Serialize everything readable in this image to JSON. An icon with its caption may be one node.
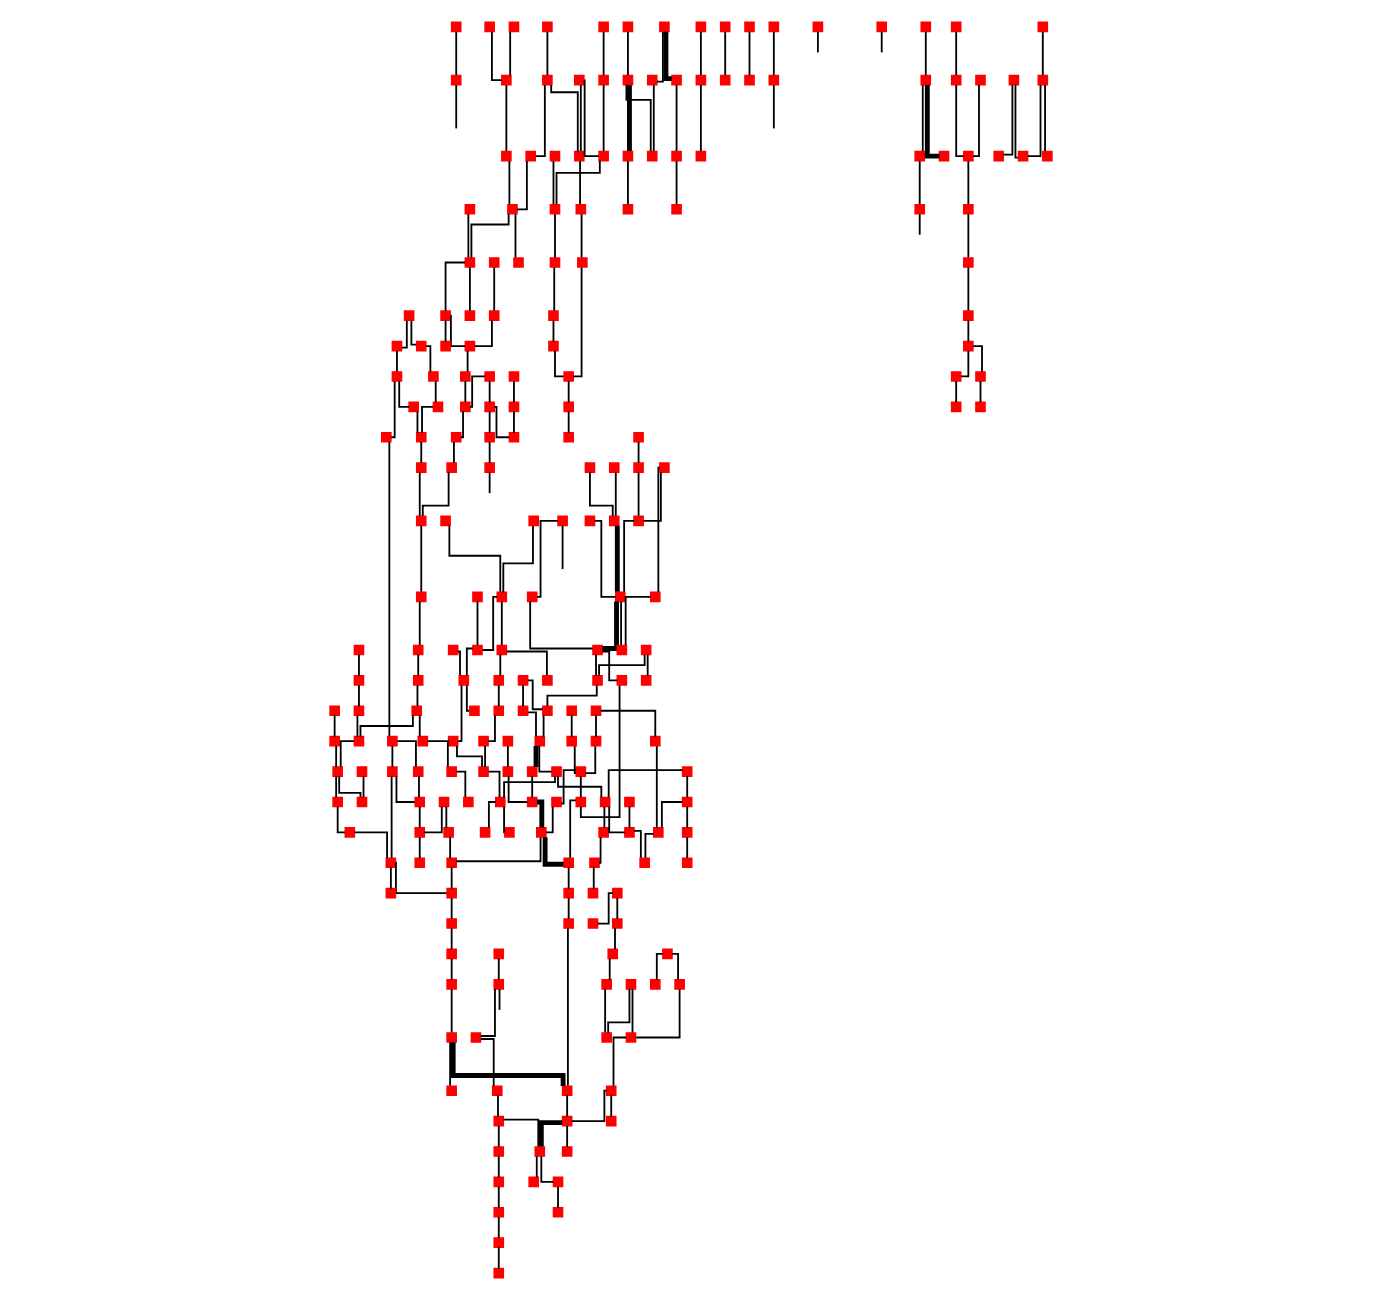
{
  "diagram": {
    "nodes": [
      {
        "text": [],
        "shape": "box"
      },
      {
        "text": [],
        "shape": "box"
      },
      {
        "text": [],
        "shape": "box"
      },
      {
        "text": [],
        "shape": "box"
      },
      {
        "text": [],
        "shape": "box"
      },
      {
        "text": [],
        "shape": "box"
      },
      {
        "text": [],
        "shape": "box"
      },
      {
        "text": [],
        "shape": "box"
      },
      {
        "text": [],
        "shape": "box"
      },
      {
        "text": [],
        "shape": "box"
      },
      {
        "text": [],
        "shape": "box"
      },
      {
        "text": [],
        "shape": "box"
      },
      {
        "text": [],
        "shape": "box"
      },
      {
        "text": [],
        "shape": "box"
      },
      {
        "text": [],
        "shape": "box"
      },
      {
        "text": [],
        "shape": "box"
      },
      {
        "text": [],
        "shape": "box"
      },
      {
        "text": [],
        "shape": "box"
      },
      {
        "text": [],
        "shape": "box"
      },
      {
        "text": [],
        "shape": "box"
      },
      {
        "text": [],
        "shape": "box"
      },
      {
        "text": [],
        "shape": "box"
      },
      {
        "text": [],
        "shape": "box"
      },
      {
        "text": [],
        "shape": "box"
      },
      {
        "text": [],
        "shape": "box"
      },
      {
        "text": [],
        "shape": "box"
      },
      {
        "text": [],
        "shape": "box"
      },
      {
        "text": [],
        "shape": "box"
      },
      {
        "text": [],
        "shape": "box"
      },
      {
        "text": [],
        "shape": "box"
      },
      {
        "text": [],
        "shape": "box"
      },
      {
        "text": [],
        "shape": "box"
      },
      {
        "text": [],
        "shape": "box"
      },
      {
        "text": [],
        "shape": "box"
      },
      {
        "text": [],
        "shape": "box"
      },
      {
        "text": [],
        "shape": "box"
      },
      {
        "text": [],
        "shape": "box"
      },
      {
        "text": [],
        "shape": "box"
      },
      {
        "text": [],
        "shape": "box"
      },
      {
        "text": [],
        "shape": "box"
      },
      {
        "text": [],
        "shape": "box"
      },
      {
        "text": [],
        "shape": "box"
      },
      {
        "text": [],
        "shape": "box"
      },
      {
        "text": [],
        "shape": "box"
      },
      {
        "text": [],
        "shape": "box"
      },
      {
        "text": [],
        "shape": "box"
      },
      {
        "text": [],
        "shape": "box"
      },
      {
        "text": [],
        "shape": "box"
      },
      {
        "text": [],
        "shape": "box"
      },
      {
        "text": [],
        "shape": "box"
      },
      {
        "text": [],
        "shape": "box"
      },
      {
        "text": [],
        "shape": "box"
      },
      {
        "text": [],
        "shape": "box"
      },
      {
        "text": [],
        "shape": "box"
      },
      {
        "text": [],
        "shape": "box"
      },
      {
        "text": [],
        "shape": "box"
      },
      {
        "text": [],
        "shape": "box"
      },
      {
        "text": [],
        "shape": "box"
      },
      {
        "text": [],
        "shape": "box"
      },
      {
        "text": [],
        "shape": "box"
      },
      {
        "text": [],
        "shape": "box"
      },
      {
        "text": [],
        "shape": "box"
      },
      {
        "text": [],
        "shape": "box"
      },
      {
        "text": [],
        "shape": "box"
      },
      {
        "text": [],
        "shape": "box"
      },
      {
        "text": [],
        "shape": "box"
      },
      {
        "text": [],
        "shape": "box"
      },
      {
        "text": [],
        "shape": "box"
      },
      {
        "text": [],
        "shape": "box"
      },
      {
        "text": [],
        "shape": "box"
      },
      {
        "text": [],
        "shape": "box"
      },
      {
        "text": [],
        "shape": "box"
      },
      {
        "text": [],
        "shape": "box"
      },
      {
        "text": [],
        "shape": "box"
      },
      {
        "text": [],
        "shape": "box"
      },
      {
        "text": [],
        "shape": "box"
      },
      {
        "text": [],
        "shape": "box"
      },
      {
        "text": [],
        "shape": "box"
      },
      {
        "text": [],
        "shape": "box"
      },
      {
        "text": [],
        "shape": "box"
      },
      {
        "text": [],
        "shape": "box"
      },
      {
        "text": [],
        "shape": "box"
      },
      {
        "text": [],
        "shape": "box"
      },
      {
        "text": [],
        "shape": "box"
      },
      {
        "text": [],
        "shape": "box"
      },
      {
        "text": [],
        "shape": "box"
      },
      {
        "text": [],
        "shape": "box"
      },
      {
        "text": [],
        "shape": "box"
      },
      {
        "text": [],
        "shape": "box"
      },
      {
        "text": [],
        "shape": "box"
      },
      {
        "text": [],
        "shape": "box"
      },
      {
        "text": [],
        "shape": "box"
      },
      {
        "text": [],
        "shape": "box"
      },
      {
        "text": [],
        "shape": "box"
      },
      {
        "text": [],
        "shape": "box"
      },
      {
        "text": [],
        "shape": "box"
      },
      {
        "text": [],
        "shape": "box"
      },
      {
        "text": [],
        "shape": "box"
      },
      {
        "text": [],
        "shape": "box"
      },
      {
        "text": [],
        "shape": "box"
      },
      {
        "text": [],
        "shape": "box"
      },
      {
        "text": [],
        "shape": "box"
      },
      {
        "text": [],
        "shape": "box"
      },
      {
        "text": [],
        "shape": "box"
      },
      {
        "text": [],
        "shape": "box"
      },
      {
        "text": [],
        "shape": "box"
      },
      {
        "text": [],
        "shape": "box"
      },
      {
        "text": [],
        "shape": "box"
      },
      {
        "text": [],
        "shape": "box"
      },
      {
        "text": [],
        "shape": "box"
      },
      {
        "text": [],
        "shape": "box"
      },
      {
        "text": [],
        "shape": "box"
      },
      {
        "text": [],
        "shape": "box"
      },
      {
        "text": [],
        "shape": "box"
      },
      {
        "text": [],
        "shape": "box"
      },
      {
        "text": [],
        "shape": "box"
      },
      {
        "text": [],
        "shape": "box"
      },
      {
        "text": [],
        "shape": "box"
      },
      {
        "text": [],
        "shape": "box"
      },
      {
        "text": [],
        "shape": "box"
      },
      {
        "text": [],
        "shape": "box"
      },
      {
        "text": [],
        "shape": "box"
      },
      {
        "text": [],
        "shape": "box"
      },
      {
        "text": [],
        "shape": "box"
      },
      {
        "text": [],
        "shape": "box"
      },
      {
        "text": [],
        "shape": "box"
      },
      {
        "text": [],
        "shape": "box"
      },
      {
        "text": [],
        "shape": "box"
      },
      {
        "text": [],
        "shape": "box"
      },
      {
        "text": [],
        "shape": "box"
      },
      {
        "text": [],
        "shape": "box"
      },
      {
        "text": [],
        "shape": "box"
      },
      {
        "text": [],
        "shape": "box"
      },
      {
        "text": [],
        "shape": "box"
      },
      {
        "text": [],
        "shape": "box"
      },
      {
        "text": [],
        "shape": "box"
      },
      {
        "text": [],
        "shape": "box"
      },
      {
        "text": [],
        "shape": "box"
      },
      {
        "text": [],
        "shape": "box"
      },
      {
        "text": [],
        "shape": "box"
      },
      {
        "text": [],
        "shape": "box"
      },
      {
        "text": [],
        "shape": "box"
      },
      {
        "text": [],
        "shape": "box"
      },
      {
        "text": [],
        "shape": "box"
      },
      {
        "text": [],
        "shape": "box"
      },
      {
        "text": [],
        "shape": "box"
      },
      {
        "text": [],
        "shape": "box"
      },
      {
        "text": [],
        "shape": "box"
      },
      {
        "text": [],
        "shape": "box"
      },
      {
        "text": [],
        "shape": "box"
      },
      {
        "text": [],
        "shape": "box"
      },
      {
        "text": [],
        "shape": "box"
      },
      {
        "text": [],
        "shape": "box"
      },
      {
        "text": [],
        "shape": "box"
      },
      {
        "text": [],
        "shape": "box"
      },
      {
        "text": [],
        "shape": "box"
      },
      {
        "text": [],
        "shape": "box"
      },
      {
        "text": [],
        "shape": "box"
      },
      {
        "text": [],
        "shape": "box"
      },
      {
        "text": [],
        "shape": "box"
      },
      {
        "text": [],
        "shape": "box"
      },
      {
        "text": [],
        "shape": "box"
      },
      {
        "text": [],
        "shape": "box"
      },
      {
        "text": [],
        "shape": "box"
      },
      {
        "text": [],
        "shape": "box"
      },
      {
        "text": [],
        "shape": "box"
      },
      {
        "text": [],
        "shape": "box"
      },
      {
        "text": [],
        "shape": "box"
      },
      {
        "text": [],
        "shape": "box"
      },
      {
        "text": [],
        "shape": "box"
      },
      {
        "text": [],
        "shape": "box"
      },
      {
        "text": [],
        "shape": "box"
      },
      {
        "text": [],
        "shape": "box"
      },
      {
        "text": [],
        "shape": "box"
      },
      {
        "text": [],
        "shape": "box"
      },
      {
        "text": [],
        "shape": "box"
      },
      {
        "text": [],
        "shape": "box"
      },
      {
        "text": [],
        "shape": "box"
      },
      {
        "text": [],
        "shape": "box"
      },
      {
        "text": [],
        "shape": "box"
      },
      {
        "text": [],
        "shape": "box"
      },
      {
        "text": [],
        "shape": "box"
      },
      {
        "text": [],
        "shape": "box"
      },
      {
        "text": [],
        "shape": "box"
      },
      {
        "text": [],
        "shape": "box"
      },
      {
        "text": [],
        "shape": "box"
      },
      {
        "text": [],
        "shape": "box"
      },
      {
        "text": [],
        "shape": "box"
      },
      {
        "text": [],
        "shape": "box"
      },
      {
        "text": [],
        "shape": "box"
      },
      {
        "text": [],
        "shape": "box"
      },
      {
        "text": [],
        "shape": "box"
      },
      {
        "text": [],
        "shape": "box"
      },
      {
        "text": [],
        "shape": "box"
      },
      {
        "text": [],
        "shape": "box"
      },
      {
        "text": [],
        "shape": "box"
      },
      {
        "text": [],
        "shape": "box"
      },
      {
        "text": [],
        "shape": "box"
      },
      {
        "text": [],
        "shape": "box"
      },
      {
        "text": [],
        "shape": "box"
      },
      {
        "text": [],
        "shape": "box"
      },
      {
        "text": [],
        "shape": "box"
      },
      {
        "text": [],
        "shape": "box"
      },
      {
        "text": [],
        "shape": "box"
      },
      {
        "text": [],
        "shape": "box"
      },
      {
        "text": [],
        "shape": "box"
      },
      {
        "text": [],
        "shape": "box"
      },
      {
        "text": [],
        "shape": "box"
      },
      {
        "text": [],
        "shape": "box"
      },
      {
        "text": [],
        "shape": "box"
      },
      {
        "text": [],
        "shape": "box"
      },
      {
        "text": [],
        "shape": "box"
      },
      {
        "text": [],
        "shape": "box"
      },
      {
        "text": [],
        "shape": "box"
      },
      {
        "text": [],
        "shape": "box"
      },
      {
        "text": [],
        "shape": "box"
      },
      {
        "text": [],
        "shape": "box"
      },
      {
        "text": [],
        "shape": "box"
      },
      {
        "text": [],
        "shape": "box"
      },
      {
        "text": [],
        "shape": "box"
      },
      {
        "text": [],
        "shape": "box"
      },
      {
        "text": [],
        "shape": "box"
      },
      {
        "text": [],
        "shape": "box"
      },
      {
        "text": [],
        "shape": "box"
      },
      {
        "text": [],
        "shape": "box"
      },
      {
        "text": [],
        "shape": "box"
      },
      {
        "text": [],
        "shape": "box"
      },
      {
        "text": [],
        "shape": "box"
      },
      {
        "text": [],
        "shape": "box"
      },
      {
        "text": [],
        "shape": "box"
      },
      {
        "text": [],
        "shape": "box"
      },
      {
        "text": [],
        "shape": "box"
      },
      {
        "text": [],
        "shape": "box"
      },
      {
        "text": [],
        "shape": "box"
      }
    ],
    "edges": [
      {
        "from": 0,
        "to": 1,
        "arrow": "none"
      },
      {
        "from": 2,
        "to": 4,
        "arrow": "none"
      },
      {
        "from": 3,
        "to": 4,
        "arrow": "none"
      },
      {
        "from": 4,
        "to": 10,
        "arrow": "none",
        "style": "thick"
      },
      {
        "from": 5,
        "to": 10,
        "arrow": "none"
      },
      {
        "from": 6,
        "to": 7,
        "arrow": "none"
      },
      {
        "from": 7,
        "to": 9,
        "arrow": "none"
      },
      {
        "from": 8,
        "to": 9,
        "arrow": "none"
      },
      {
        "from": 9,
        "to": 10,
        "arrow": "none"
      },
      {
        "from": 11,
        "to": 12,
        "arrow": "none"
      },
      {
        "from": 12,
        "to": 13,
        "arrow": "none"
      },
      {
        "from": 10,
        "to": 13,
        "arrow": "none",
        "style": "thick"
      },
      {
        "from": 14,
        "to": 15,
        "arrow": "none"
      },
      {
        "from": 16,
        "to": 17,
        "arrow": "none"
      },
      {
        "from": 16,
        "to": 18,
        "arrow": "none"
      },
      {
        "from": 18,
        "to": 19,
        "arrow": "none"
      },
      {
        "from": 14,
        "to": 19,
        "arrow": "none"
      },
      {
        "from": 19,
        "to": 20,
        "arrow": "none"
      },
      {
        "from": 15,
        "to": 20,
        "arrow": "none"
      },
      {
        "from": 13,
        "to": 18,
        "arrow": "none"
      },
      {
        "from": 21,
        "to": 22,
        "arrow": "none"
      },
      {
        "from": 24,
        "to": 25,
        "arrow": "none"
      },
      {
        "from": 25,
        "to": 26,
        "arrow": "none"
      },
      {
        "from": 23,
        "to": 26,
        "arrow": "none"
      },
      {
        "from": 20,
        "to": 23,
        "arrow": "none",
        "style": "thick"
      },
      {
        "from": 1,
        "to": null,
        "arrow": "none"
      },
      {
        "from": 11,
        "to": null,
        "arrow": "none"
      },
      {
        "from": 8,
        "to": 159,
        "arrow": "none"
      },
      {
        "from": 10,
        "to": 160,
        "arrow": "none"
      },
      {
        "from": 27,
        "to": 30,
        "arrow": "none"
      },
      {
        "from": 29,
        "to": 30,
        "arrow": "none"
      },
      {
        "from": 30,
        "to": 31,
        "arrow": "none"
      },
      {
        "from": 31,
        "to": 34,
        "arrow": "none"
      },
      {
        "from": 32,
        "to": 33,
        "arrow": "none"
      },
      {
        "from": 33,
        "to": 34,
        "arrow": "none"
      },
      {
        "from": 28,
        "to": 32,
        "arrow": "none"
      },
      {
        "from": 34,
        "to": 36,
        "arrow": "none"
      },
      {
        "from": 34,
        "to": 39,
        "arrow": "none"
      },
      {
        "from": 38,
        "to": 39,
        "arrow": "none"
      },
      {
        "from": 39,
        "to": 40,
        "arrow": "none"
      },
      {
        "from": 40,
        "to": 41,
        "arrow": "none"
      },
      {
        "from": 39,
        "to": 42,
        "arrow": "none"
      },
      {
        "from": 40,
        "to": 43,
        "arrow": "none"
      },
      {
        "from": 35,
        "to": 37,
        "arrow": "none"
      },
      {
        "from": 37,
        "to": 41,
        "arrow": "none"
      },
      {
        "from": 44,
        "to": 45,
        "arrow": "none"
      },
      {
        "from": 45,
        "to": 50,
        "arrow": "none"
      },
      {
        "from": 46,
        "to": 47,
        "arrow": "none"
      },
      {
        "from": 47,
        "to": 48,
        "arrow": "none"
      },
      {
        "from": 45,
        "to": 48,
        "arrow": "none"
      },
      {
        "from": 41,
        "to": 49,
        "arrow": "none"
      },
      {
        "from": 51,
        "to": 52,
        "arrow": "none"
      },
      {
        "from": 52,
        "to": 53,
        "arrow": "none"
      },
      {
        "from": 53,
        "to": 54,
        "arrow": "none"
      },
      {
        "from": 53,
        "to": 55,
        "arrow": "none"
      },
      {
        "from": 26,
        "to": 109,
        "arrow": "none",
        "style": "thick"
      },
      {
        "from": 32,
        "to": 166,
        "arrow": "none"
      },
      {
        "from": 49,
        "to": 168,
        "arrow": "none"
      },
      {
        "from": 44,
        "to": 168,
        "arrow": "none"
      },
      {
        "from": 50,
        "to": 185,
        "arrow": "none"
      },
      {
        "from": 55,
        "to": 164,
        "arrow": "none"
      },
      {
        "from": 54,
        "to": 118,
        "arrow": "none"
      },
      {
        "from": 51,
        "to": 161,
        "arrow": "none"
      },
      {
        "from": 118,
        "to": 119,
        "arrow": "none"
      },
      {
        "from": 116,
        "to": 117,
        "arrow": "none"
      },
      {
        "from": 117,
        "to": 115,
        "arrow": "none"
      },
      {
        "from": 116,
        "to": 216,
        "arrow": "none"
      },
      {
        "from": 118,
        "to": 214,
        "arrow": "none"
      },
      {
        "from": 119,
        "to": 215,
        "arrow": "none"
      },
      {
        "from": 57,
        "to": 60,
        "arrow": "none"
      },
      {
        "from": 59,
        "to": 60,
        "arrow": "none"
      },
      {
        "from": 60,
        "to": 61,
        "arrow": "none"
      },
      {
        "from": 61,
        "to": 62,
        "arrow": "none"
      },
      {
        "from": 60,
        "to": 66,
        "arrow": "none"
      },
      {
        "from": 65,
        "to": 66,
        "arrow": "none"
      },
      {
        "from": 66,
        "to": 73,
        "arrow": "none"
      },
      {
        "from": 72,
        "to": 73,
        "arrow": "none"
      },
      {
        "from": 73,
        "to": 74,
        "arrow": "none"
      },
      {
        "from": 74,
        "to": 75,
        "arrow": "none"
      },
      {
        "from": 73,
        "to": 76,
        "arrow": "none"
      },
      {
        "from": 61,
        "to": 67,
        "arrow": "none"
      },
      {
        "from": 67,
        "to": 70,
        "arrow": "none"
      },
      {
        "from": 70,
        "to": 71,
        "arrow": "none"
      },
      {
        "from": 71,
        "to": 75,
        "arrow": "none"
      },
      {
        "from": 58,
        "to": 63,
        "arrow": "none"
      },
      {
        "from": 63,
        "to": 68,
        "arrow": "none",
        "style": "thick"
      },
      {
        "from": 68,
        "to": 69,
        "arrow": "none"
      },
      {
        "from": 63,
        "to": 79,
        "arrow": "none"
      },
      {
        "from": 77,
        "to": 78,
        "arrow": "none"
      },
      {
        "from": 78,
        "to": 79,
        "arrow": "none"
      },
      {
        "from": 64,
        "to": 92,
        "arrow": "none"
      },
      {
        "from": 77,
        "to": 84,
        "arrow": "none",
        "style": "thick"
      },
      {
        "from": 84,
        "to": 85,
        "arrow": "none"
      },
      {
        "from": 85,
        "to": 86,
        "arrow": "none"
      },
      {
        "from": 80,
        "to": 81,
        "arrow": "none"
      },
      {
        "from": 81,
        "to": 82,
        "arrow": "none"
      },
      {
        "from": 81,
        "to": 83,
        "arrow": "none"
      },
      {
        "from": 75,
        "to": 81,
        "arrow": "none"
      },
      {
        "from": 80,
        "to": 88,
        "arrow": "none"
      },
      {
        "from": 87,
        "to": 88,
        "arrow": "none"
      },
      {
        "from": 88,
        "to": 89,
        "arrow": "none"
      },
      {
        "from": 89,
        "to": 90,
        "arrow": "none"
      },
      {
        "from": 90,
        "to": 91,
        "arrow": "none"
      },
      {
        "from": 92,
        "to": 93,
        "arrow": "none"
      },
      {
        "from": 88,
        "to": 97,
        "arrow": "none"
      },
      {
        "from": 94,
        "to": 95,
        "arrow": "none"
      },
      {
        "from": 96,
        "to": 97,
        "arrow": "none"
      },
      {
        "from": 98,
        "to": 99,
        "arrow": "none"
      },
      {
        "from": 99,
        "to": 100,
        "arrow": "none"
      },
      {
        "from": 98,
        "to": 101,
        "arrow": "none"
      },
      {
        "from": 101,
        "to": 102,
        "arrow": "none"
      },
      {
        "from": 97,
        "to": 102,
        "arrow": "none"
      },
      {
        "from": 103,
        "to": 104,
        "arrow": "none"
      },
      {
        "from": 103,
        "to": 105,
        "arrow": "none"
      },
      {
        "from": 105,
        "to": 106,
        "arrow": "none"
      },
      {
        "from": 106,
        "to": 107,
        "arrow": "none"
      },
      {
        "from": 106,
        "to": 108,
        "arrow": "none"
      },
      {
        "from": 108,
        "to": 109,
        "arrow": "none"
      },
      {
        "from": 109,
        "to": 110,
        "arrow": "none",
        "style": "thick"
      },
      {
        "from": 56,
        "to": 107,
        "arrow": "none"
      },
      {
        "from": 107,
        "to": 110,
        "arrow": "none"
      },
      {
        "from": 110,
        "to": 111,
        "arrow": "none"
      },
      {
        "from": 111,
        "to": 114,
        "arrow": "none"
      },
      {
        "from": 112,
        "to": 113,
        "arrow": "none"
      },
      {
        "from": 109,
        "to": 115,
        "arrow": "none"
      },
      {
        "from": 87,
        "to": 98,
        "arrow": "none"
      },
      {
        "from": 104,
        "to": 101,
        "arrow": "none"
      },
      {
        "from": 20,
        "to": 80,
        "arrow": "none"
      },
      {
        "from": 22,
        "to": 106,
        "arrow": "none"
      },
      {
        "from": 13,
        "to": 56,
        "arrow": "none"
      },
      {
        "from": 114,
        "to": 223,
        "arrow": "none"
      },
      {
        "from": 115,
        "to": 219,
        "arrow": "none"
      },
      {
        "from": 120,
        "to": 123,
        "arrow": "none"
      },
      {
        "from": 121,
        "to": 124,
        "arrow": "none"
      },
      {
        "from": 122,
        "to": 125,
        "arrow": "none"
      },
      {
        "from": 123,
        "to": 124,
        "arrow": "none"
      },
      {
        "from": 124,
        "to": 125,
        "arrow": "none"
      },
      {
        "from": 125,
        "to": 126,
        "arrow": "none"
      },
      {
        "from": 126,
        "to": 127,
        "arrow": "none"
      },
      {
        "from": 127,
        "to": 180,
        "arrow": "none"
      },
      {
        "from": 128,
        "to": 129,
        "arrow": "none"
      },
      {
        "from": 129,
        "to": null,
        "arrow": "none"
      },
      {
        "from": 130,
        "to": null,
        "arrow": "none"
      },
      {
        "from": 131,
        "to": null,
        "arrow": "none"
      },
      {
        "from": 132,
        "to": 134,
        "arrow": "none"
      },
      {
        "from": 134,
        "to": 136,
        "arrow": "none"
      },
      {
        "from": 135,
        "to": 136,
        "arrow": "none"
      },
      {
        "from": 136,
        "to": 137,
        "arrow": "none"
      },
      {
        "from": 137,
        "to": 143,
        "arrow": "none"
      },
      {
        "from": 135,
        "to": 142,
        "arrow": "none"
      },
      {
        "from": 140,
        "to": 141,
        "arrow": "none"
      },
      {
        "from": 141,
        "to": 142,
        "arrow": "none"
      },
      {
        "from": 138,
        "to": 139,
        "arrow": "none"
      },
      {
        "from": 139,
        "to": 140,
        "arrow": "none"
      },
      {
        "from": 138,
        "to": 146,
        "arrow": "none"
      },
      {
        "from": 144,
        "to": 147,
        "arrow": "none"
      },
      {
        "from": 147,
        "to": 148,
        "arrow": "none"
      },
      {
        "from": 148,
        "to": 149,
        "arrow": "none"
      },
      {
        "from": 149,
        "to": 153,
        "arrow": "none"
      },
      {
        "from": 153,
        "to": 154,
        "arrow": "none"
      },
      {
        "from": 154,
        "to": 155,
        "arrow": "none"
      },
      {
        "from": 155,
        "to": 156,
        "arrow": "none"
      },
      {
        "from": 156,
        "to": 157,
        "arrow": "none"
      },
      {
        "from": 157,
        "to": 158,
        "arrow": "none"
      },
      {
        "from": 145,
        "to": 150,
        "arrow": "none"
      },
      {
        "from": 150,
        "to": 151,
        "arrow": "none"
      },
      {
        "from": 151,
        "to": 152,
        "arrow": "none"
      },
      {
        "from": 132,
        "to": 133,
        "arrow": "none"
      },
      {
        "from": 121,
        "to": 166,
        "arrow": "none"
      },
      {
        "from": 159,
        "to": 160,
        "arrow": "none"
      },
      {
        "from": 152,
        "to": null,
        "arrow": "none"
      },
      {
        "from": 137,
        "to": 227,
        "arrow": "none"
      },
      {
        "from": 153,
        "to": 229,
        "arrow": "none"
      },
      {
        "from": 147,
        "to": null,
        "arrow": "none"
      },
      {
        "from": 161,
        "to": 162,
        "arrow": "none"
      },
      {
        "from": 162,
        "to": 163,
        "arrow": "none"
      },
      {
        "from": 163,
        "to": 164,
        "arrow": "none"
      },
      {
        "from": 164,
        "to": 165,
        "arrow": "none"
      },
      {
        "from": 165,
        "to": 177,
        "arrow": "none"
      },
      {
        "from": 166,
        "to": 170,
        "arrow": "none"
      },
      {
        "from": 170,
        "to": 178,
        "arrow": "none"
      },
      {
        "from": 178,
        "to": 181,
        "arrow": "none"
      },
      {
        "from": 180,
        "to": 181,
        "arrow": "none"
      },
      {
        "from": 181,
        "to": 187,
        "arrow": "none"
      },
      {
        "from": 187,
        "to": 189,
        "arrow": "none"
      },
      {
        "from": 167,
        "to": 169,
        "arrow": "none"
      },
      {
        "from": 169,
        "to": 172,
        "arrow": "none"
      },
      {
        "from": 171,
        "to": 172,
        "arrow": "none"
      },
      {
        "from": 172,
        "to": 173,
        "arrow": "none"
      },
      {
        "from": 173,
        "to": 175,
        "arrow": "none"
      },
      {
        "from": 175,
        "to": 179,
        "arrow": "none"
      },
      {
        "from": 179,
        "to": 182,
        "arrow": "none"
      },
      {
        "from": 182,
        "to": 183,
        "arrow": "none"
      },
      {
        "from": 183,
        "to": 184,
        "arrow": "none"
      },
      {
        "from": 182,
        "to": 186,
        "arrow": "none"
      },
      {
        "from": 186,
        "to": 188,
        "arrow": "none"
      },
      {
        "from": 168,
        "to": 174,
        "arrow": "none"
      },
      {
        "from": 174,
        "to": 176,
        "arrow": "none"
      },
      {
        "from": 176,
        "to": 177,
        "arrow": "none"
      },
      {
        "from": 185,
        "to": null,
        "arrow": "none"
      },
      {
        "from": 177,
        "to": 198,
        "arrow": "none"
      },
      {
        "from": 198,
        "to": 199,
        "arrow": "none"
      },
      {
        "from": 199,
        "to": 200,
        "arrow": "none"
      },
      {
        "from": 200,
        "to": 201,
        "arrow": "none"
      },
      {
        "from": 201,
        "to": 202,
        "arrow": "none"
      },
      {
        "from": 202,
        "to": 203,
        "arrow": "none"
      },
      {
        "from": 203,
        "to": 204,
        "arrow": "none"
      },
      {
        "from": 201,
        "to": 205,
        "arrow": "none"
      },
      {
        "from": 205,
        "to": 208,
        "arrow": "none"
      },
      {
        "from": 208,
        "to": 209,
        "arrow": "none"
      },
      {
        "from": 203,
        "to": 206,
        "arrow": "none"
      },
      {
        "from": 206,
        "to": 207,
        "arrow": "none"
      },
      {
        "from": 195,
        "to": 197,
        "arrow": "none"
      },
      {
        "from": 197,
        "to": 202,
        "arrow": "none"
      },
      {
        "from": 193,
        "to": 196,
        "arrow": "none"
      },
      {
        "from": 196,
        "to": 203,
        "arrow": "none"
      },
      {
        "from": 194,
        "to": 204,
        "arrow": "none"
      },
      {
        "from": 191,
        "to": 195,
        "arrow": "none"
      },
      {
        "from": 192,
        "to": 190,
        "arrow": "none"
      },
      {
        "from": 210,
        "to": 211,
        "arrow": "none"
      },
      {
        "from": 211,
        "to": 212,
        "arrow": "none"
      },
      {
        "from": 211,
        "to": 213,
        "arrow": "none"
      },
      {
        "from": 192,
        "to": 213,
        "arrow": "none"
      },
      {
        "from": 214,
        "to": 215,
        "arrow": "none"
      },
      {
        "from": 215,
        "to": 216,
        "arrow": "none"
      },
      {
        "from": 216,
        "to": 217,
        "arrow": "none"
      },
      {
        "from": 214,
        "to": 218,
        "arrow": "none"
      },
      {
        "from": 218,
        "to": 219,
        "arrow": "none"
      },
      {
        "from": 219,
        "to": 220,
        "arrow": "none"
      },
      {
        "from": 220,
        "to": 221,
        "arrow": "none"
      },
      {
        "from": 221,
        "to": 222,
        "arrow": "none"
      },
      {
        "from": 222,
        "to": 224,
        "arrow": "none"
      },
      {
        "from": 224,
        "to": 223,
        "arrow": "none",
        "style": "thick"
      },
      {
        "from": 224,
        "to": 225,
        "arrow": "none"
      },
      {
        "from": 218,
        "to": 226,
        "arrow": "none"
      },
      {
        "from": 223,
        "to": 227,
        "arrow": "none"
      },
      {
        "from": 227,
        "to": 228,
        "arrow": "none"
      },
      {
        "from": 227,
        "to": 229,
        "arrow": "none",
        "style": "thick"
      },
      {
        "from": 229,
        "to": 230,
        "arrow": "none"
      },
      {
        "from": 229,
        "to": 231,
        "arrow": "none"
      },
      {
        "from": 231,
        "to": 232,
        "arrow": "none"
      },
      {
        "from": 150,
        "to": 233,
        "arrow": "none",
        "style": "thick"
      },
      {
        "from": 207,
        "to": 218,
        "arrow": "none"
      }
    ]
  }
}
